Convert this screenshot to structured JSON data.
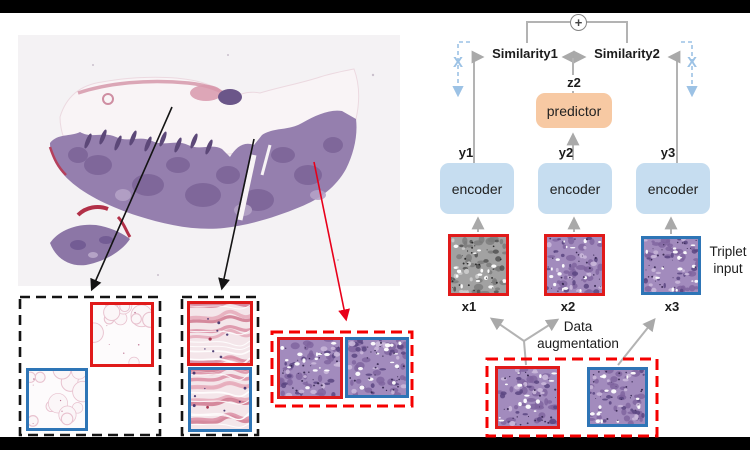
{
  "icons": {
    "sum_icon": "+",
    "stop_gradient_icon": "X"
  },
  "colors": {
    "encoder_fill": "#c6ddf0",
    "predictor_fill": "#f7c9a3",
    "line_gray": "#b3b3b3",
    "stop_gradient_blue": "#9cc2e5",
    "solid_border_red": "#e01a1a",
    "solid_border_blue": "#2e75b6",
    "dashed_black": "#141414",
    "dashed_red": "#f50000",
    "wsi_background": "#f4f2f4"
  },
  "diagram": {
    "similarity1_label": "Similarity1",
    "similarity2_label": "Similarity2",
    "z2_label": "z2",
    "predictor_label": "predictor",
    "encoder_labels": [
      "encoder",
      "encoder",
      "encoder"
    ],
    "y_labels": [
      "y1",
      "y2",
      "y3"
    ],
    "x_labels": [
      "x1",
      "x2",
      "x3"
    ],
    "triplet_input_label": "Triplet input",
    "data_augmentation_label": "Data augmentation"
  }
}
